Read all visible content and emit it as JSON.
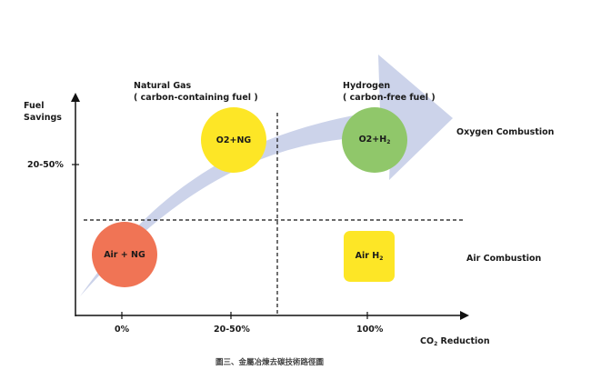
{
  "diagram": {
    "axes": {
      "y_label_line1": "Fuel",
      "y_label_line2": "Savings",
      "y_tick": "20-50%",
      "x_ticks": [
        "0%",
        "20-50%",
        "100%"
      ],
      "x_label_prefix": "CO",
      "x_label_sub": "2",
      "x_label_suffix": " Reduction"
    },
    "headers": {
      "natural_gas_title": "Natural Gas",
      "natural_gas_sub": "( carbon-containing fuel )",
      "hydrogen_title": "Hydrogen",
      "hydrogen_sub": "( carbon-free fuel )"
    },
    "rows": {
      "oxygen": "Oxygen Combustion",
      "air": "Air Combustion"
    },
    "nodes": {
      "air_ng": {
        "label": "Air + NG",
        "color": "#f07455"
      },
      "o2_ng": {
        "label": "O2+NG",
        "color": "#fde626"
      },
      "o2_h2": {
        "label_main": "O2+H",
        "label_sub": "2",
        "color": "#90c76a"
      },
      "air_h2": {
        "label_main": "Air H",
        "label_sub": "2",
        "color": "#fde626"
      }
    },
    "arrow_color": "#ccd3ea",
    "caption": "圖三、金屬冶煉去碳技術路徑圖"
  }
}
